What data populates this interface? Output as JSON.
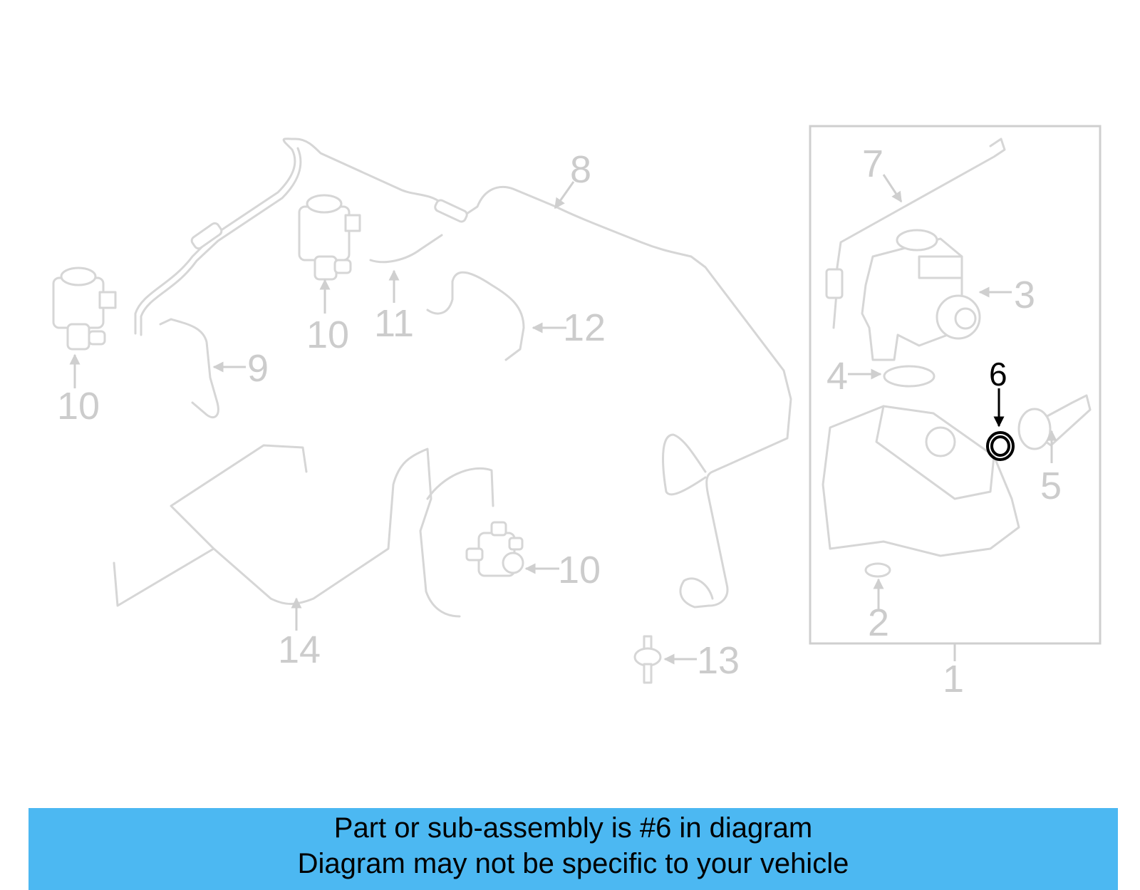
{
  "banner": {
    "line1": "Part or sub-assembly is #6 in diagram",
    "line2": "Diagram may not be specific to your vehicle",
    "color": "#4cb8f2"
  },
  "diagram": {
    "highlight_color": "#000000",
    "part_color": "#d6d6d6",
    "callouts": [
      "1",
      "2",
      "3",
      "4",
      "5",
      "6",
      "7",
      "8",
      "9",
      "10",
      "10",
      "10",
      "11",
      "12",
      "13",
      "14"
    ]
  }
}
